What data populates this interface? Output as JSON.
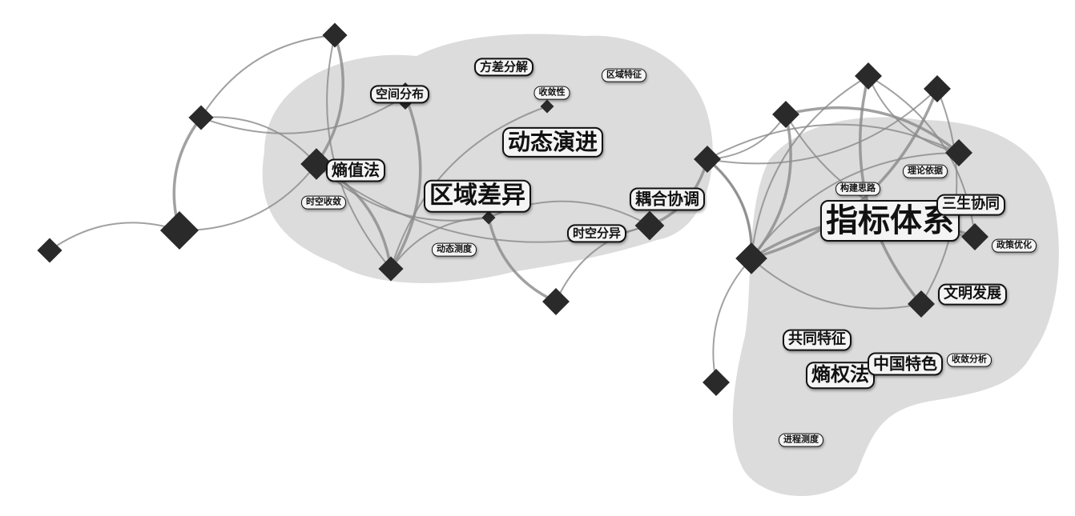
{
  "diagram": {
    "type": "keyword-cluster-network",
    "colors": {
      "cluster_fill": "#dcdcdc",
      "node": "#2a2a2a",
      "edge": "#8a8a8a",
      "label_bg": "#f4f4f4"
    },
    "keywords": [
      "方差分解",
      "区域特征",
      "空间分布",
      "收敛性",
      "动态演进",
      "熵值法",
      "区域差异",
      "时空收敛",
      "耦合协调",
      "时空分异",
      "动态测度",
      "理论依据",
      "构建思路",
      "指标体系",
      "三生协同",
      "政策优化",
      "文明发展",
      "共同特征",
      "熵权法",
      "中国特色",
      "收敛分析",
      "进程测度"
    ]
  }
}
